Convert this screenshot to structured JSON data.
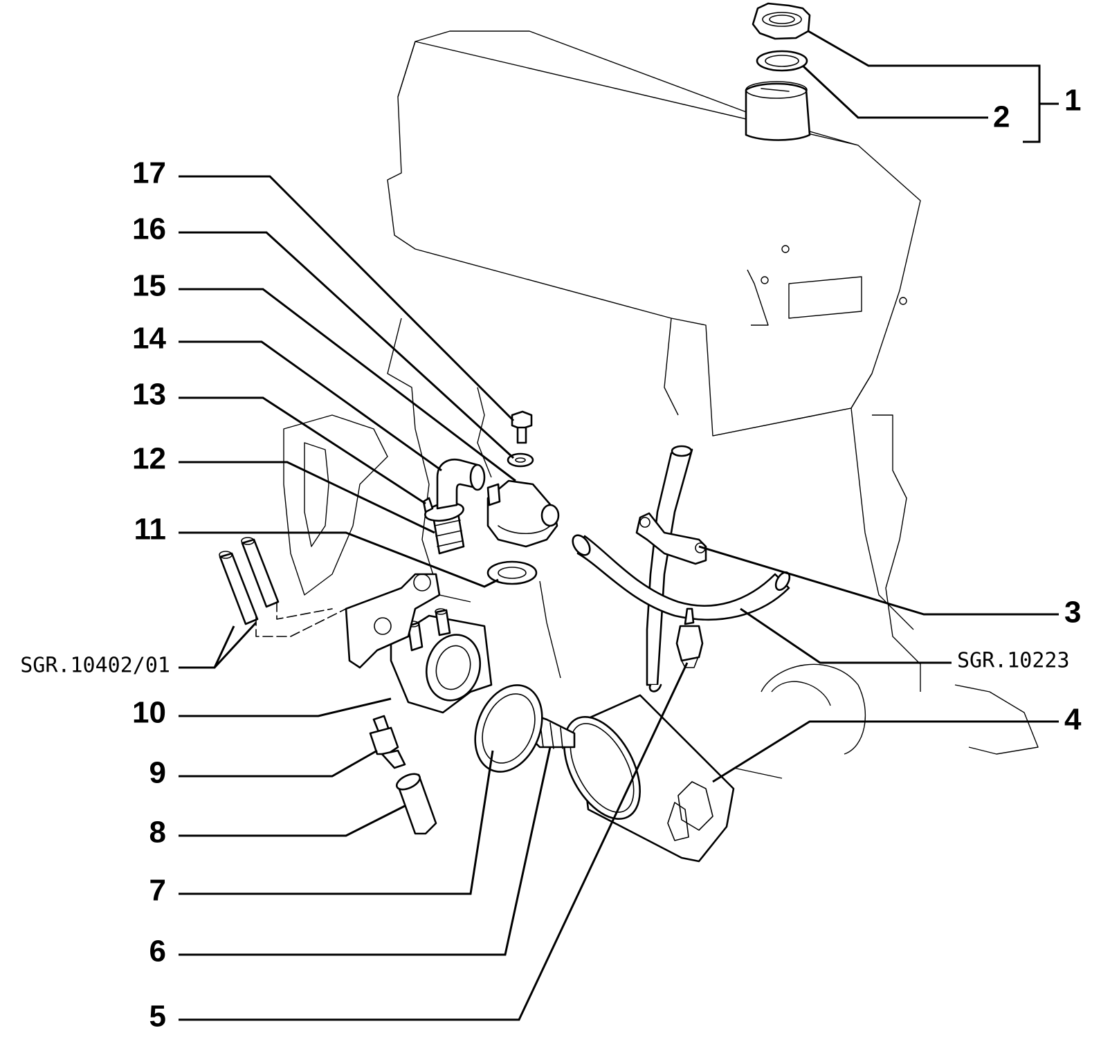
{
  "callouts": [
    {
      "id": "1",
      "label": "1"
    },
    {
      "id": "2",
      "label": "2"
    },
    {
      "id": "3",
      "label": "3"
    },
    {
      "id": "4",
      "label": "4"
    },
    {
      "id": "5",
      "label": "5"
    },
    {
      "id": "6",
      "label": "6"
    },
    {
      "id": "7",
      "label": "7"
    },
    {
      "id": "8",
      "label": "8"
    },
    {
      "id": "9",
      "label": "9"
    },
    {
      "id": "10",
      "label": "10"
    },
    {
      "id": "11",
      "label": "11"
    },
    {
      "id": "12",
      "label": "12"
    },
    {
      "id": "13",
      "label": "13"
    },
    {
      "id": "14",
      "label": "14"
    },
    {
      "id": "15",
      "label": "15"
    },
    {
      "id": "16",
      "label": "16"
    },
    {
      "id": "17",
      "label": "17"
    }
  ],
  "references": [
    {
      "id": "sgr-10402-01",
      "label": "SGR.10402/01"
    },
    {
      "id": "sgr-10223",
      "label": "SGR.10223"
    }
  ]
}
